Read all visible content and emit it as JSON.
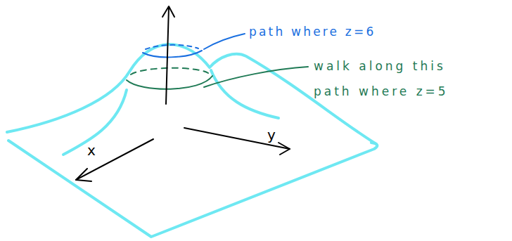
{
  "diagram": {
    "labels": [
      "path where z=6",
      "walk along this path where z=5",
      "x",
      "y"
    ]
  }
}
